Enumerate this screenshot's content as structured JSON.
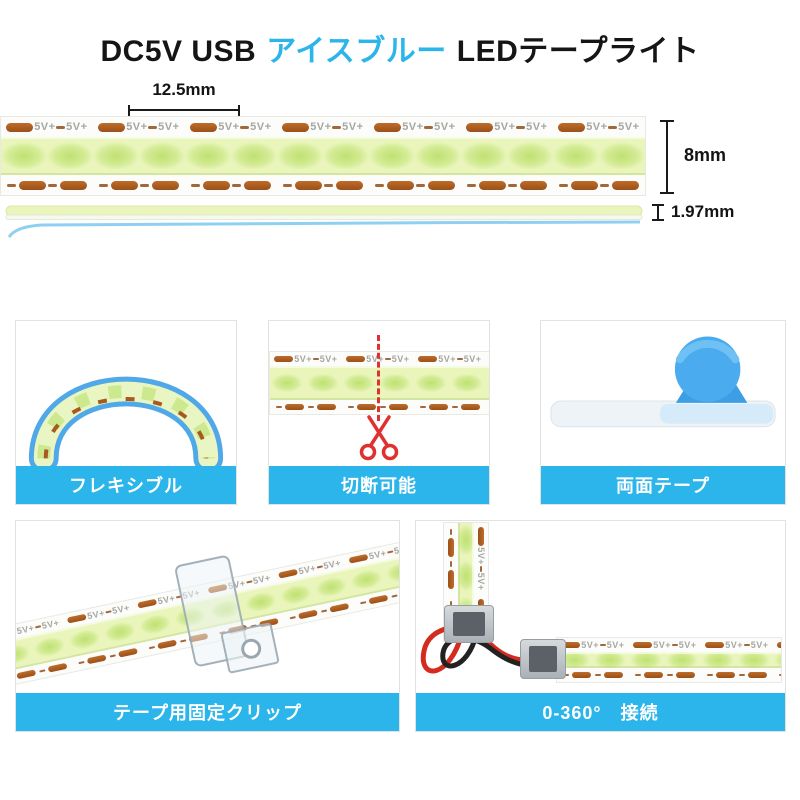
{
  "title": {
    "prefix": "DC5V USB",
    "highlight": "アイスブルー",
    "suffix": "LEDテープライト"
  },
  "colors": {
    "accent": "#2bb5ea",
    "ice_blue": "#4aacee",
    "strip_green": "#e9f5bb",
    "copper": "#a8591f",
    "cut_red": "#e03131"
  },
  "dimensions": {
    "pitch": "12.5mm",
    "width": "8mm",
    "thickness": "1.97mm"
  },
  "strip": {
    "pad_label": "5V+"
  },
  "features": [
    {
      "id": "flexible",
      "label": "フレキシブル"
    },
    {
      "id": "cuttable",
      "label": "切断可能"
    },
    {
      "id": "double-sided-tape",
      "label": "両面テープ"
    },
    {
      "id": "fixing-clip",
      "label": "テープ用固定クリップ"
    },
    {
      "id": "rotation-connect",
      "label": "0-360°　接続"
    }
  ]
}
